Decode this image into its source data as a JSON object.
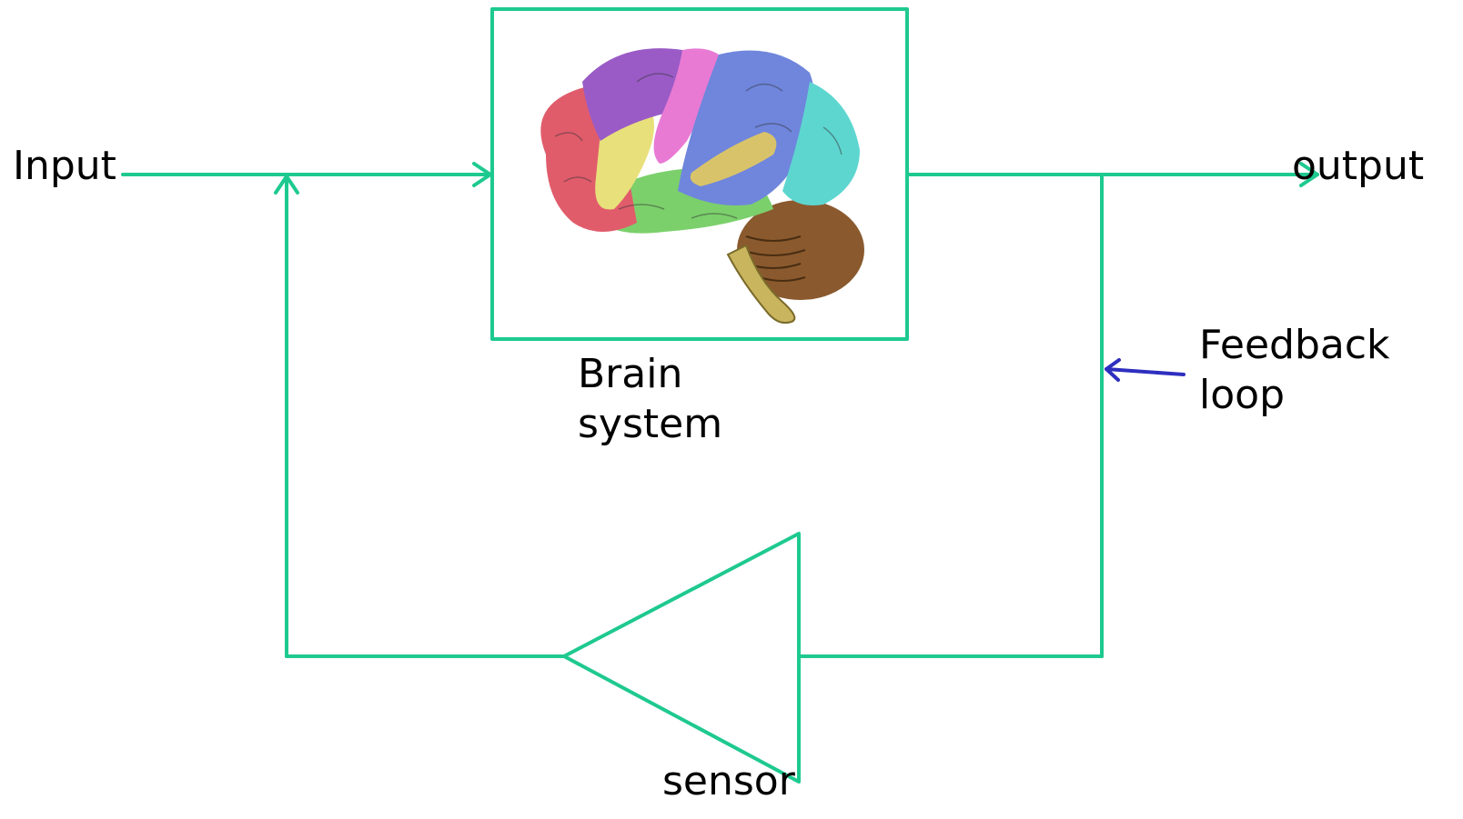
{
  "labels": {
    "input": "Input",
    "output": "output",
    "brain_line1": "Brain",
    "brain_line2": "system",
    "feedback_line1": "Feedback",
    "feedback_line2": "loop",
    "sensor": "sensor"
  },
  "colors": {
    "connector": "#1ec98f",
    "pointer": "#2e2fbf",
    "text": "#000000"
  },
  "icons": {
    "brain": "brain-illustration",
    "sensor": "triangle-amplifier-icon"
  }
}
